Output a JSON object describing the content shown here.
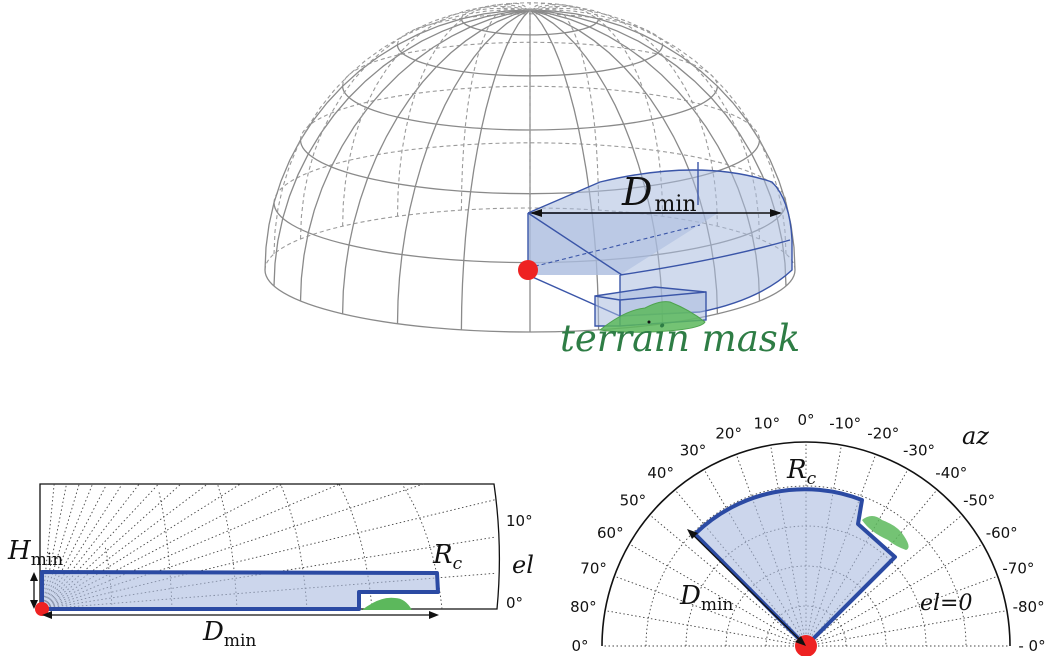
{
  "dome": {
    "dmin_label": {
      "base": "D",
      "sub": "min"
    },
    "terrain_label": "terrain mask"
  },
  "elevation_panel": {
    "tick_labels": [
      "10°",
      "0°"
    ],
    "axis_label": "el",
    "hmin_label": {
      "base": "H",
      "sub": "min"
    },
    "rc_label": {
      "base": "R",
      "sub": "c"
    },
    "dmin_label": {
      "base": "D",
      "sub": "min"
    }
  },
  "azimuth_panel": {
    "tick_labels": [
      "0°",
      "10°",
      "20°",
      "30°",
      "40°",
      "50°",
      "60°",
      "70°",
      "80°",
      "0°",
      "-10°",
      "-20°",
      "-30°",
      "-40°",
      "-50°",
      "-60°",
      "-70°",
      "-80°",
      "- 0°"
    ],
    "axis_label": "az",
    "el_note": "el=0",
    "rc_label": {
      "base": "R",
      "sub": "c"
    },
    "dmin_label": {
      "base": "D",
      "sub": "min"
    }
  },
  "colors": {
    "observer": "#ee2222",
    "region_fill": "#aabbdf",
    "region_edge": "#2b4aa3",
    "terrain": "#5cb85c",
    "wireframe": "#8a8a8a"
  }
}
